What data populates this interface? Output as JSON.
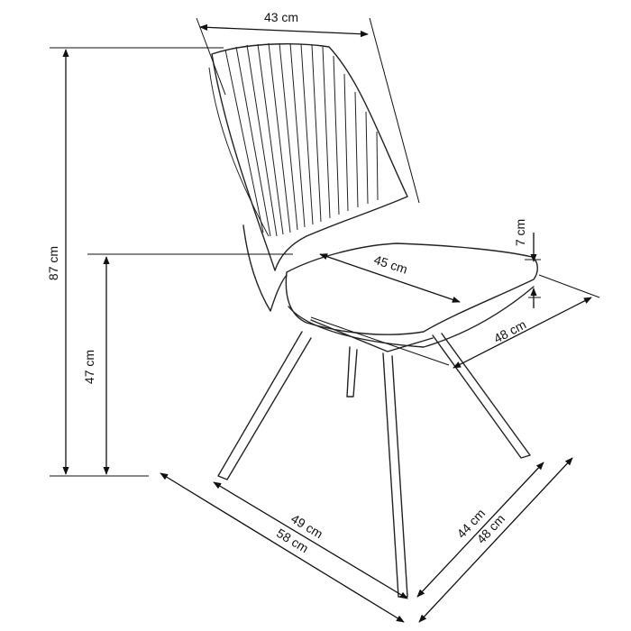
{
  "dimensions": {
    "backrest_width": "43 cm",
    "total_height": "87 cm",
    "seat_height": "47 cm",
    "seat_depth": "45 cm",
    "seat_thickness": "7 cm",
    "seat_width": "48 cm",
    "base_depth_inner": "49 cm",
    "base_depth_outer": "58 cm",
    "base_width_inner": "44 cm",
    "base_width_outer": "48 cm"
  },
  "colors": {
    "line": "#222222",
    "background": "#ffffff"
  }
}
